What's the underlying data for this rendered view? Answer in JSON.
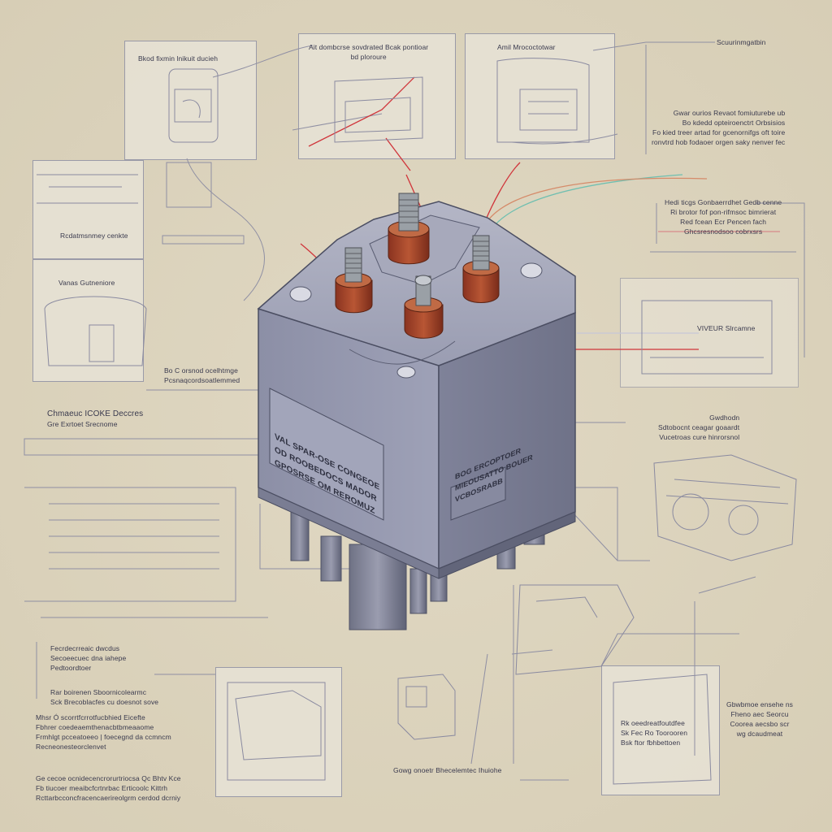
{
  "colors": {
    "background": "#dcd3bd",
    "panel_border": "#9a9aa8",
    "relay_body": "#8e91a8",
    "terminal_copper": "#a9442a",
    "leader_red": "#d0343a",
    "leader_teal": "#6fbfb0"
  },
  "callouts": {
    "c1": [
      "Bkod fixmin lnikuit ducieh"
    ],
    "c2": [
      "Ait dombcrse sovdrated Bcak pontioar",
      "bd ploroure"
    ],
    "c3": [
      "Amil Mrococtotwar"
    ],
    "c4": [
      "Scuurinmgatbin"
    ],
    "c5": [
      "Gwar ourios Revaot fomiuturebe ub",
      "Bo kdedd opteiroenctrt Orbsisios",
      "Fo kied treer artad for gcenornifgs oft toire",
      "ronvtrd hob fodaoer orgen saky nenver fec"
    ],
    "c6": [
      "Hedi ticgs Gonbaerrdhet Gedb cenne",
      "Ri brotor fof pon-rifmsoc bimrierat",
      "Red fcean Ecr Pencen fach",
      "Ghcsresnodsoo cobrxsrs"
    ],
    "c7": [
      "Rcdatmsnmey cenkte"
    ],
    "c8": [
      "Vanas Gutneniore"
    ],
    "c9": [
      "VIVEUR Slrcamne"
    ],
    "c10": [
      "Bo C orsnod ocelhtmge",
      "Pcsnaqcordsoatlemmed"
    ],
    "c11": [
      "Chmaeuc ICOKE Deccres",
      "Gre Exrtoet Srecnome"
    ],
    "c12": [
      "Gwdhodn",
      "Sdtobocnt ceagar goaardt",
      "Vucetroas cure hinrorsnol"
    ],
    "c13": [
      "Fecrdecrreaic dwcdus",
      "Secoeecuec dna iahepe",
      "Pedtoordtoer"
    ],
    "c14": [
      "Rar boirenen Sboornicolearmc",
      "Sck Brecoblacfes cu doesnot sove"
    ],
    "c15": [
      "Mhsr Ó scorrtfcrrotfucbhied Eicefte",
      "Fbhrer coedeaemthenacbtbmeaaome",
      "Frmhlgt pcceatoeeo | foecegnd da ccmncm",
      "Recneonesteorclenvet"
    ],
    "c16": [
      "Ge cecoe ocnidecencrorurtriocsa Qc Bhtv Kce",
      "Fb tiucoer meaibcfcrtnrbac Erticoolc Kittrh",
      "Rcttarbcconcfracencaerireolgrm cerdod dcrniy"
    ],
    "c17": [
      "Gowg onoetr Bhecelemtec Ihuiohe"
    ],
    "c18": [
      "Rk oeedreatfoutdfee",
      "Sk Fec Ro Toorooren",
      "Bsk ftor fbhbettoen"
    ],
    "c19": [
      "Gbwbmoe ensehe ns",
      "Fheno aec Seorcu",
      "Coorea aecsbo scr",
      "wg dcaudmeat"
    ]
  },
  "relay_label": {
    "front": [
      "VAL SPAR-OSE CONGEOE",
      "OD ROOBEDOCS MADOR",
      "GPOSRSE OM REROMUZ"
    ],
    "side": [
      "BOG ERCOPTOER",
      "MIEOUSATTO BOUER",
      "VCBOSRABB"
    ]
  }
}
